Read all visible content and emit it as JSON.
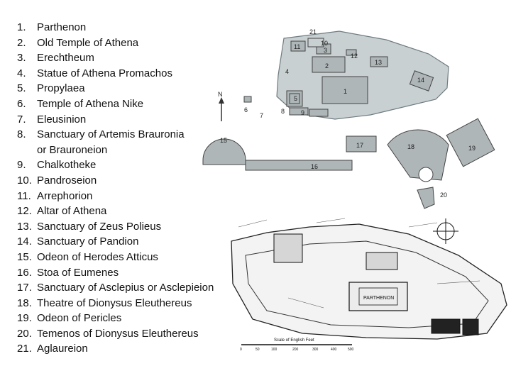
{
  "legend": [
    {
      "num": "1.",
      "label": "Parthenon"
    },
    {
      "num": "2.",
      "label": "Old Temple of Athena"
    },
    {
      "num": "3.",
      "label": "Erechtheum"
    },
    {
      "num": "4.",
      "label": "Statue of Athena Promachos"
    },
    {
      "num": "5.",
      "label": "Propylaea"
    },
    {
      "num": "6.",
      "label": "Temple of Athena Nike"
    },
    {
      "num": "7.",
      "label": "Eleusinion"
    },
    {
      "num": "8.",
      "label": "Sanctuary of Artemis Brauronia"
    },
    {
      "num": "",
      "label": "or Brauroneion"
    },
    {
      "num": "9.",
      "label": "Chalkotheke"
    },
    {
      "num": "10.",
      "label": "Pandroseion"
    },
    {
      "num": "11.",
      "label": "Arrephorion"
    },
    {
      "num": "12.",
      "label": "Altar of Athena"
    },
    {
      "num": "13.",
      "label": "Sanctuary of Zeus Polieus"
    },
    {
      "num": "14.",
      "label": "Sanctuary of Pandion"
    },
    {
      "num": "15.",
      "label": "Odeon of Herodes Atticus"
    },
    {
      "num": "16.",
      "label": "Stoa of Eumenes"
    },
    {
      "num": "17.",
      "label": "Sanctuary of Asclepius or Asclepieion"
    },
    {
      "num": "18.",
      "label": "Theatre of Dionysus Eleuthereus"
    },
    {
      "num": "19.",
      "label": "Odeon of Pericles"
    },
    {
      "num": "20.",
      "label": "Temenos of Dionysus Eleuthereus"
    },
    {
      "num": "21.",
      "label": "Aglaureion"
    }
  ],
  "plan": {
    "north_label": "N",
    "numbers": [
      "1",
      "2",
      "3",
      "4",
      "5",
      "6",
      "7",
      "8",
      "9",
      "10",
      "11",
      "12",
      "13",
      "14",
      "15",
      "16",
      "17",
      "18",
      "19",
      "20",
      "21"
    ]
  },
  "map2": {
    "labels": [
      "PARTHENON",
      "Scale of English Feet"
    ],
    "scale_ticks": [
      "0",
      "50",
      "100",
      "200",
      "300",
      "400",
      "500"
    ]
  }
}
